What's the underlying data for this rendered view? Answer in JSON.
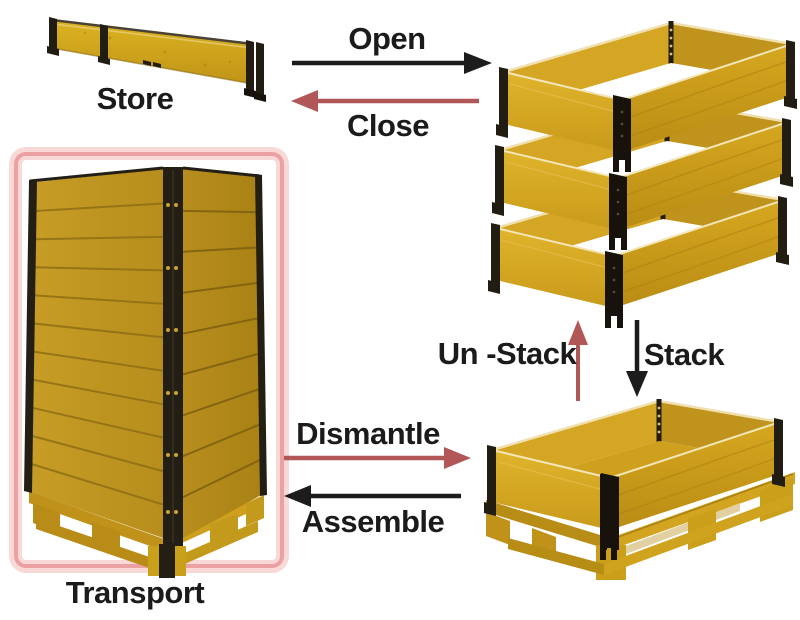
{
  "diagram": {
    "nodes": {
      "store": {
        "label": "Store"
      },
      "open_collar_stack": {
        "description": "three open pallet collars stacked"
      },
      "collar_on_pallet": {
        "description": "single pallet collar assembled on a wooden pallet"
      },
      "transport": {
        "label": "Transport"
      }
    },
    "transitions": {
      "open": {
        "label": "Open",
        "direction": "right",
        "color": "#1c1c1c"
      },
      "close": {
        "label": "Close",
        "direction": "left",
        "color": "#b25757"
      },
      "unstack": {
        "label": "Un -Stack",
        "direction": "up",
        "color": "#b25757"
      },
      "stack": {
        "label": "Stack",
        "direction": "down",
        "color": "#1c1c1c"
      },
      "dismantle": {
        "label": "Dismantle",
        "direction": "right",
        "color": "#b25757"
      },
      "assemble": {
        "label": "Assemble",
        "direction": "left",
        "color": "#1c1c1c"
      }
    },
    "colors": {
      "wood": "#d7a81f",
      "wood_shadow": "#bd8f17",
      "hinge": "#1d180f",
      "arrow_forward": "#1c1c1c",
      "arrow_reverse": "#b25757",
      "highlight_border": "#eba1a1",
      "highlight_glow": "#f9d8d8",
      "background": "#ffffff"
    }
  }
}
